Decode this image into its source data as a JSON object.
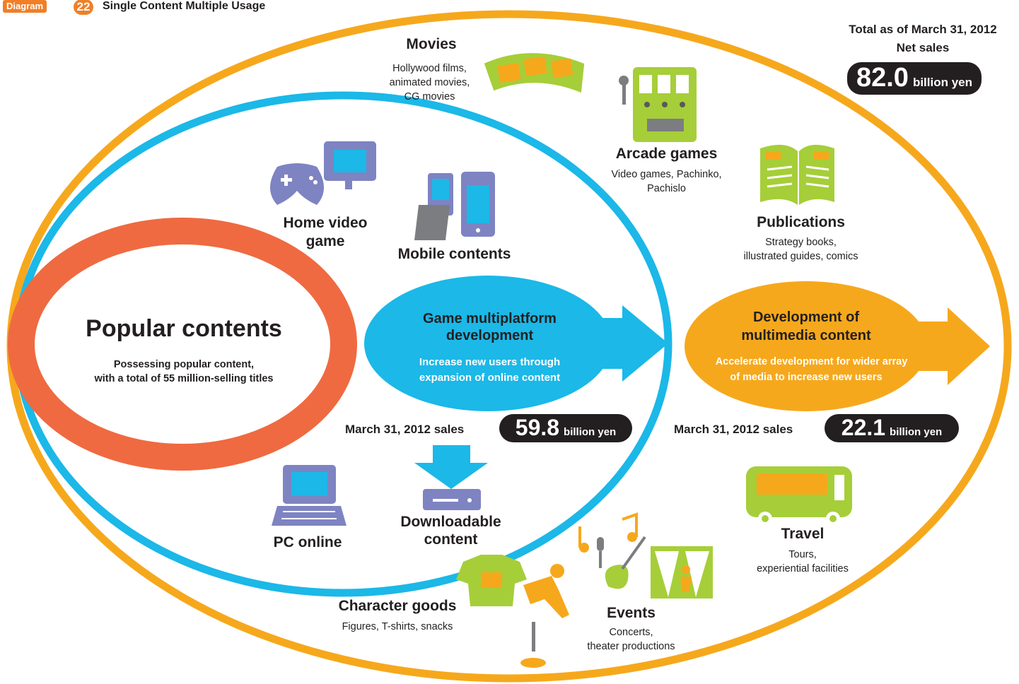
{
  "header": {
    "tag": "Diagram",
    "number": "22",
    "title": "Single Content Multiple Usage"
  },
  "total": {
    "line1": "Total as of March 31, 2012",
    "line2": "Net sales",
    "value": "82.0",
    "unit": "billion yen"
  },
  "popular": {
    "title": "Popular contents",
    "desc1": "Possessing popular content,",
    "desc2": "with a total of 55 million-selling titles"
  },
  "game": {
    "title1": "Game multiplatform",
    "title2": "development",
    "desc1": "Increase new users through",
    "desc2": "expansion of online content",
    "sales_label": "March 31, 2012 sales",
    "sales_value": "59.8",
    "sales_unit": "billion yen"
  },
  "multimedia": {
    "title1": "Development of",
    "title2": "multimedia content",
    "desc1": "Accelerate development for wider array",
    "desc2": "of media to increase new users",
    "sales_label": "March 31, 2012 sales",
    "sales_value": "22.1",
    "sales_unit": "billion yen"
  },
  "items": {
    "home_video": {
      "title1": "Home video",
      "title2": "game"
    },
    "mobile": {
      "title": "Mobile contents"
    },
    "pc": {
      "title": "PC online"
    },
    "download": {
      "title1": "Downloadable",
      "title2": "content"
    },
    "movies": {
      "title": "Movies",
      "desc1": "Hollywood films,",
      "desc2": "animated movies,",
      "desc3": "CG movies"
    },
    "arcade": {
      "title": "Arcade games",
      "desc1": "Video games, Pachinko,",
      "desc2": "Pachislo"
    },
    "publications": {
      "title": "Publications",
      "desc1": "Strategy books,",
      "desc2": "illustrated guides, comics"
    },
    "travel": {
      "title": "Travel",
      "desc1": "Tours,",
      "desc2": "experiential facilities"
    },
    "events": {
      "title": "Events",
      "desc1": "Concerts,",
      "desc2": "theater productions"
    },
    "goods": {
      "title": "Character goods",
      "desc1": "Figures, T-shirts, snacks"
    }
  },
  "colors": {
    "orange_ring": "#f6a81c",
    "blue_ring": "#1bb8e8",
    "red_ring": "#ef6a41",
    "green_icon": "#a6ce39",
    "purple_icon": "#7e83c2",
    "dark": "#231f20"
  }
}
